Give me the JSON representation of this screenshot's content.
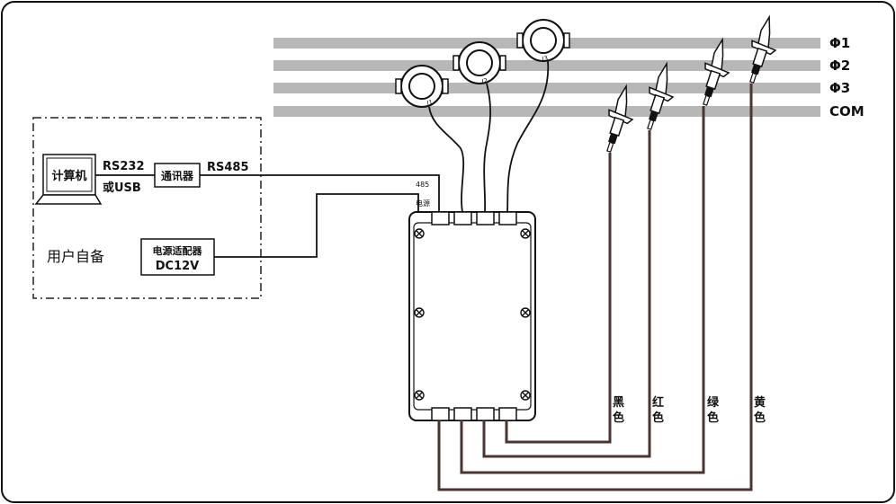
{
  "phase_labels": [
    "Φ1",
    "Φ2",
    "Φ3",
    "COM"
  ],
  "ct_labels": [
    "I1",
    "I2",
    "I3"
  ],
  "user_section_label": "用户自备",
  "computer_label": "计算机",
  "rs232_label": "RS232",
  "or_usb_label": "或USB",
  "comm_converter_label": "通讯器",
  "rs485_label": "RS485",
  "power_adapter_label": "电源适配器",
  "power_adapter_voltage": "DC12V",
  "terminal_485_label": "485",
  "terminal_power_label": "电源",
  "clip_colors": [
    [
      "黑",
      "色"
    ],
    [
      "红",
      "色"
    ],
    [
      "绿",
      "色"
    ],
    [
      "黄",
      "色"
    ]
  ],
  "colors": {
    "phase_bar": "#b7b7b7",
    "wire": "#1a1a1a",
    "lead_wire": "#4a3535"
  }
}
